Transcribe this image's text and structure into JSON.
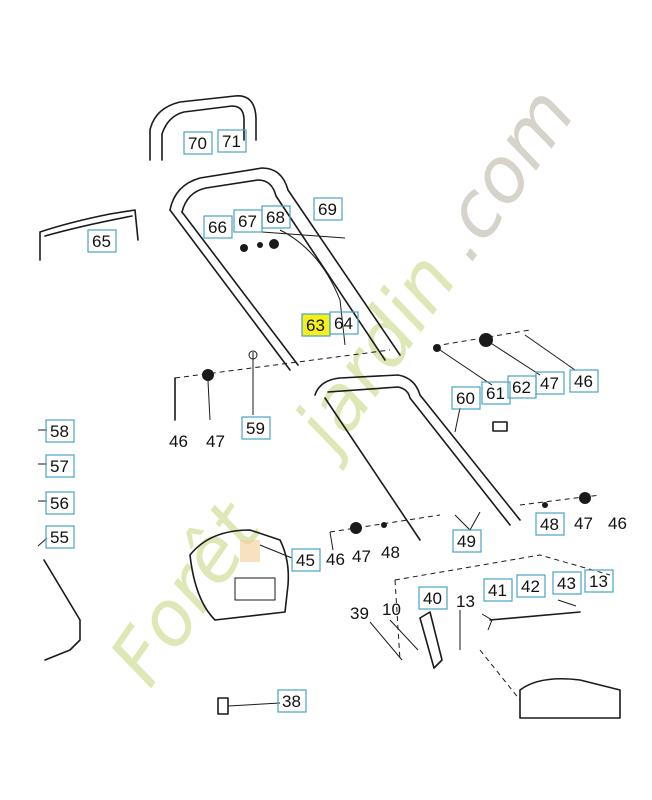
{
  "watermark": {
    "part1": "Forêt",
    "part2": "jardin",
    "part3": ".com",
    "colors": {
      "green": "#dde8b6",
      "orange": "#f4cd95",
      "grey": "#d6d3cb"
    }
  },
  "highlight_color": "#f5ef1a",
  "label_box_color": "#4aa3c8",
  "callouts": [
    {
      "id": "70",
      "text": "70",
      "boxed": true
    },
    {
      "id": "71",
      "text": "71",
      "boxed": true
    },
    {
      "id": "65",
      "text": "65",
      "boxed": true
    },
    {
      "id": "66",
      "text": "66",
      "boxed": true
    },
    {
      "id": "67",
      "text": "67",
      "boxed": true
    },
    {
      "id": "68",
      "text": "68",
      "boxed": true
    },
    {
      "id": "69",
      "text": "69",
      "boxed": true
    },
    {
      "id": "63",
      "text": "63",
      "boxed": true,
      "highlighted": true
    },
    {
      "id": "64",
      "text": "64",
      "boxed": true
    },
    {
      "id": "46a",
      "text": "46",
      "boxed": false
    },
    {
      "id": "47a",
      "text": "47",
      "boxed": false
    },
    {
      "id": "59",
      "text": "59",
      "boxed": true
    },
    {
      "id": "60",
      "text": "60",
      "boxed": true
    },
    {
      "id": "61",
      "text": "61",
      "boxed": true
    },
    {
      "id": "62",
      "text": "62",
      "boxed": true
    },
    {
      "id": "47b",
      "text": "47",
      "boxed": true
    },
    {
      "id": "46b",
      "text": "46",
      "boxed": true
    },
    {
      "id": "58",
      "text": "58",
      "boxed": true
    },
    {
      "id": "57",
      "text": "57",
      "boxed": true
    },
    {
      "id": "56",
      "text": "56",
      "boxed": true
    },
    {
      "id": "55",
      "text": "55",
      "boxed": true
    },
    {
      "id": "48a",
      "text": "48",
      "boxed": true
    },
    {
      "id": "47c",
      "text": "47",
      "boxed": false
    },
    {
      "id": "46c",
      "text": "46",
      "boxed": false
    },
    {
      "id": "49",
      "text": "49",
      "boxed": true
    },
    {
      "id": "45",
      "text": "45",
      "boxed": true
    },
    {
      "id": "46d",
      "text": "46",
      "boxed": false
    },
    {
      "id": "47d",
      "text": "47",
      "boxed": false
    },
    {
      "id": "48b",
      "text": "48",
      "boxed": false
    },
    {
      "id": "39",
      "text": "39",
      "boxed": false
    },
    {
      "id": "10",
      "text": "10",
      "boxed": false
    },
    {
      "id": "40",
      "text": "40",
      "boxed": true
    },
    {
      "id": "13a",
      "text": "13",
      "boxed": false
    },
    {
      "id": "41",
      "text": "41",
      "boxed": true
    },
    {
      "id": "42",
      "text": "42",
      "boxed": true
    },
    {
      "id": "43",
      "text": "43",
      "boxed": true
    },
    {
      "id": "13b",
      "text": "13",
      "boxed": true
    },
    {
      "id": "38",
      "text": "38",
      "boxed": true
    }
  ]
}
